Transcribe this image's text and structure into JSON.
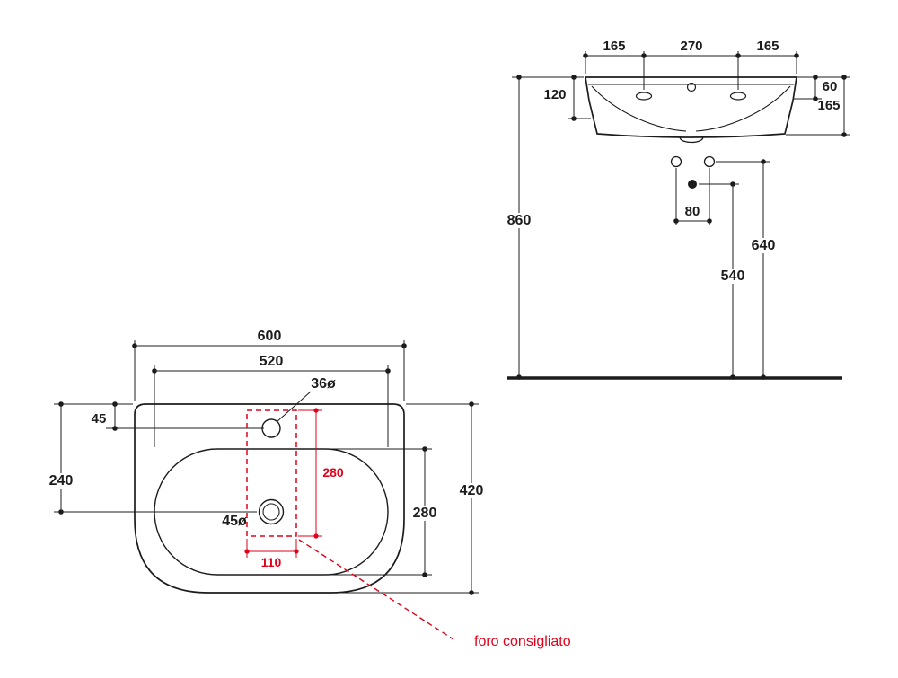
{
  "drawing": {
    "front_view": {
      "top_left": "165",
      "top_center": "270",
      "top_right": "165",
      "left_depth": "120",
      "right_rim": "60",
      "right_height": "165",
      "height_from_floor": "860",
      "holes_spacing": "80",
      "holes_height": "640",
      "drain_height": "540"
    },
    "plan_view": {
      "overall_width": "600",
      "bowl_width": "520",
      "tap_hole_dia": "36ø",
      "tap_hole_offset": "45",
      "drain_offset": "240",
      "overall_depth": "420",
      "bowl_depth": "280",
      "template_depth": "280",
      "drain_dia": "45ø",
      "template_width": "110",
      "note": "foro consigliato"
    },
    "colors": {
      "line": "#1c1c1c",
      "red": "#e2001a"
    }
  }
}
